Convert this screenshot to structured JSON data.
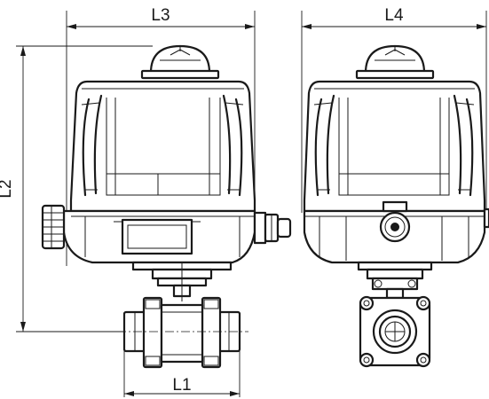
{
  "dimensions": {
    "L1": "L1",
    "L2": "L2",
    "L3": "L3",
    "L4": "L4"
  },
  "colors": {
    "line": "#1a1a1a",
    "background": "#ffffff"
  }
}
